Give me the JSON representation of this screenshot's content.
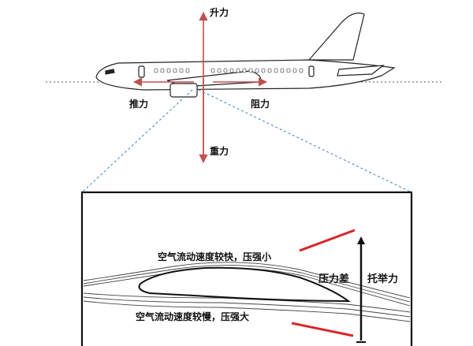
{
  "forces": {
    "lift": "升力",
    "thrust": "推力",
    "drag": "阻力",
    "gravity": "重力"
  },
  "airfoil": {
    "upper_note": "空气流动速度较快，压强小",
    "lower_note": "空气流动速度较慢，压强大",
    "pressure_diff": "压力差",
    "lift_force": "托举力"
  },
  "colors": {
    "force_arrow": "#c0504d",
    "accent_line": "#d9262a",
    "zoom_line": "#3b7fc4",
    "outline": "#111111"
  }
}
